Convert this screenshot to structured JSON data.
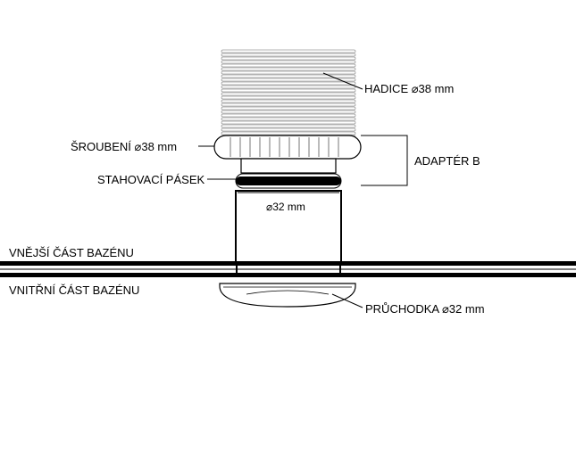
{
  "labels": {
    "hose": "HADICE ⌀38 mm",
    "fitting": "ŠROUBENÍ ⌀38 mm",
    "adapter": "ADAPTÉR B",
    "clamp": "STAHOVACÍ PÁSEK",
    "pipe": "⌀32 mm",
    "outer": "VNĚJŠÍ ČÁST BAZÉNU",
    "inner": "VNITŘNÍ ČÁST BAZÉNU",
    "grommet": "PRŮCHODKA ⌀32 mm"
  },
  "colors": {
    "line": "#000000",
    "hose_rib": "#9a9a9a",
    "background": "#ffffff"
  }
}
